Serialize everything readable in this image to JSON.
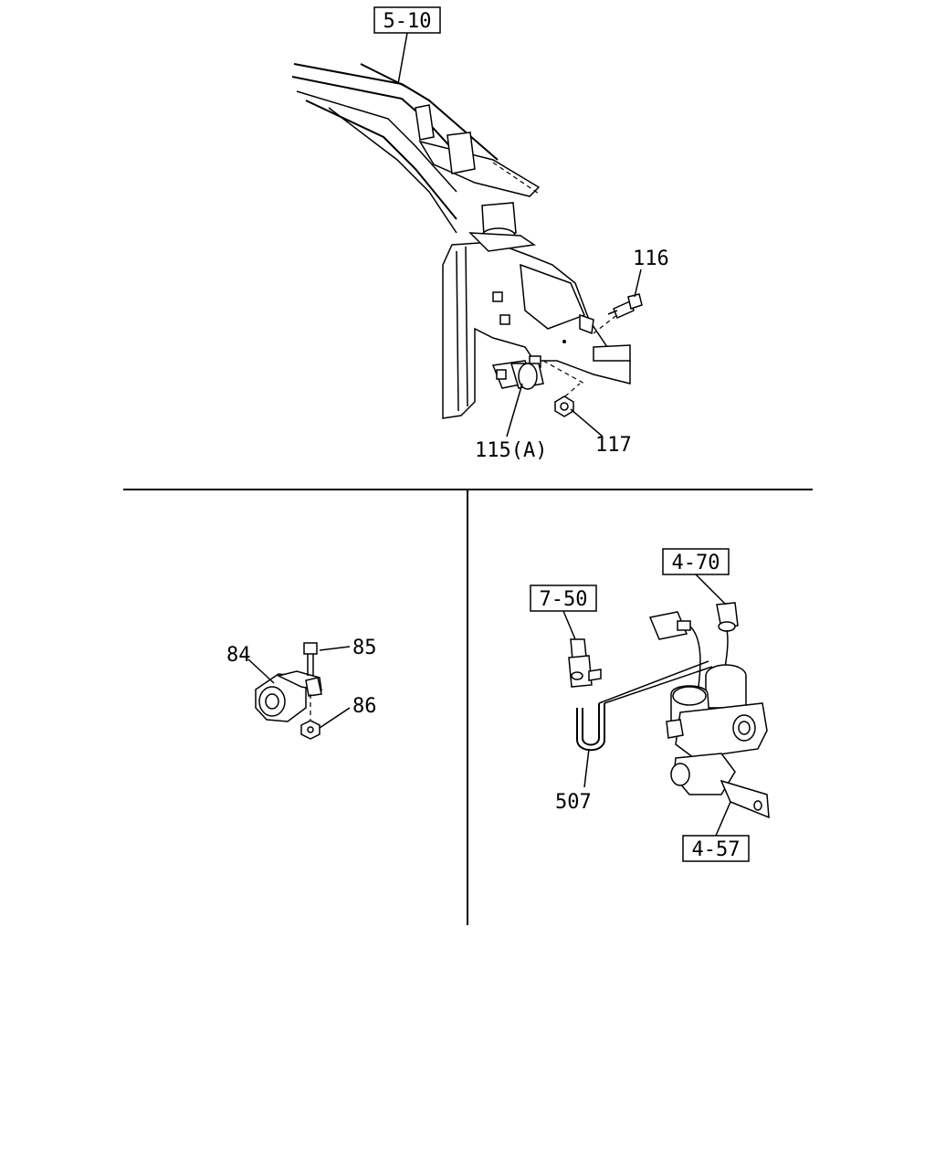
{
  "callouts": {
    "ref_5_10": "5-10",
    "part_116": "116",
    "part_115a": "115(A)",
    "part_117": "117",
    "part_84": "84",
    "part_85": "85",
    "part_86": "86",
    "ref_4_70": "4-70",
    "ref_7_50": "7-50",
    "part_507": "507",
    "ref_4_57": "4-57"
  },
  "colors": {
    "line": "#000000",
    "background": "#ffffff"
  }
}
